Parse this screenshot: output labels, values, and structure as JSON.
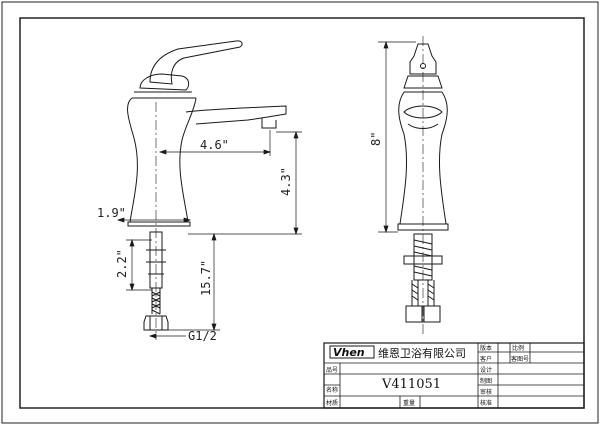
{
  "dimensions": {
    "spout_reach": "4.6\"",
    "spout_height": "4.3\"",
    "base_diameter": "1.9\"",
    "shank_length": "2.2\"",
    "hose_length": "15.7\"",
    "connector": "G1/2",
    "total_height": "8\""
  },
  "title_block": {
    "logo": "Vhen",
    "company": "维恩卫浴有限公司",
    "model": "V411051",
    "labels": {
      "r1c1": "版本",
      "r1c2": "比例",
      "r2c1": "客户",
      "r2c2": "客图号",
      "r3c0": "品号",
      "r3c1": "设计",
      "r4c1": "制图",
      "r5c0": "名称",
      "r5c1": "审核",
      "r6c0": "材质",
      "r6c_mid": "重量",
      "r6c1": "核准"
    }
  },
  "colors": {
    "line": "#1a1a1a",
    "paper": "#ffffff"
  }
}
